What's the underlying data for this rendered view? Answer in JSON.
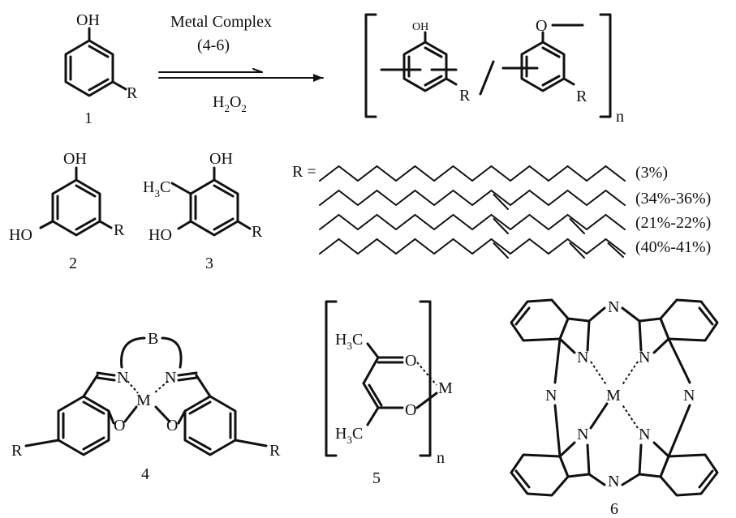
{
  "reaction": {
    "catalyst": "Metal Complex",
    "catalyst_ref": "(4-6)",
    "oxidant": "H",
    "oxidant_sub": "2",
    "oxidant_o": "O",
    "oxidant_sub2": "2"
  },
  "atoms": {
    "oh": "OH",
    "ho": "HO",
    "o": "O",
    "n": "N",
    "m": "M",
    "b": "B",
    "r": "R",
    "h": "H",
    "three": "3",
    "c": "C",
    "poly_n": "n"
  },
  "compounds": {
    "c1": "1",
    "c2": "2",
    "c3": "3",
    "c4": "4",
    "c5": "5",
    "c6": "6"
  },
  "r_group": {
    "label": "R =",
    "chains": [
      {
        "percent": "(3%)"
      },
      {
        "percent": "(34%-36%)"
      },
      {
        "percent": "(21%-22%)"
      },
      {
        "percent": "(40%-41%)"
      }
    ]
  }
}
